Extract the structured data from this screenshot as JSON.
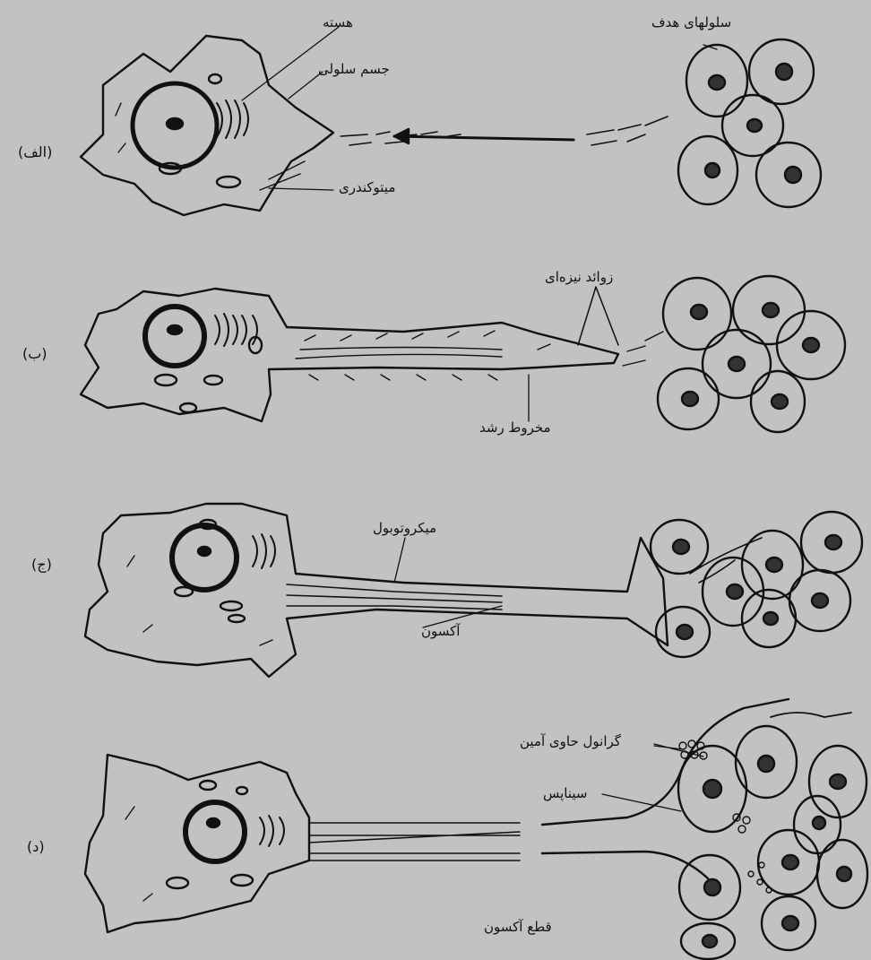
{
  "figure": {
    "labels": {
      "nucleus": "هسته",
      "target_cells": "سلولهای هدف",
      "cell_body": "جسم سلولی",
      "mitochondria": "میتوکندری",
      "filopodia": "زوائد نیزه‌ای",
      "growth_cone": "مخروط رشد",
      "microtubule": "میکروتوبول",
      "axon": "آکسون",
      "amine_granule": "گرانول حاوی آمین",
      "synapse": "سیناپس",
      "axon_cut": "قطع آکسون"
    },
    "panels": [
      "(الف)",
      "(ب)",
      "(ج)",
      "(د)"
    ]
  }
}
